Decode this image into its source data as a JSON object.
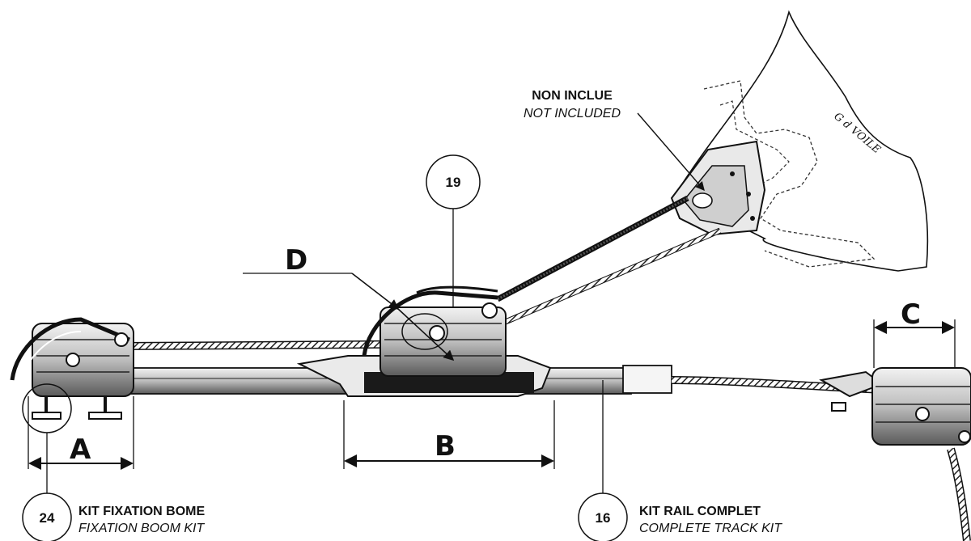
{
  "labels": {
    "non_inclue": "NON INCLUE",
    "not_included": "NOT INCLUDED",
    "kit_fixation_bome": "KIT FIXATION BOME",
    "fixation_boom_kit": "FIXATION BOOM KIT",
    "kit_rail_complet": "KIT RAIL COMPLET",
    "complete_track_kit": "COMPLETE TRACK KIT",
    "sail_handwriting": "G d VOILE"
  },
  "callouts": {
    "c19": "19",
    "c24": "24",
    "c16": "16"
  },
  "dimensions": {
    "a": "A",
    "b": "B",
    "c": "C",
    "d": "D"
  }
}
